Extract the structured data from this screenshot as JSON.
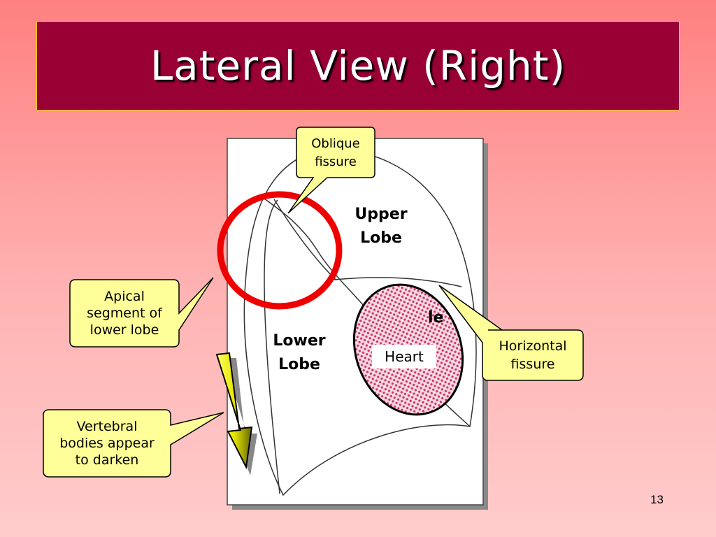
{
  "slide": {
    "title": "Lateral View (Right)",
    "page_number": "13"
  },
  "lobes": {
    "upper_line1": "Upper",
    "upper_line2": "Lobe",
    "lower_line1": "Lower",
    "lower_line2": "Lobe",
    "middle_partial": "le"
  },
  "heart": {
    "label": "Heart"
  },
  "callouts": {
    "oblique_line1": "Oblique",
    "oblique_line2": "fissure",
    "apical_line1": "Apical",
    "apical_line2": "segment of",
    "apical_line3": "lower lobe",
    "horizontal_line1": "Horizontal",
    "horizontal_line2": "fissure",
    "vertebral_line1": "Vertebral",
    "vertebral_line2": "bodies appear",
    "vertebral_line3": "to darken"
  },
  "colors": {
    "title_background": "#990033",
    "callout_fill": "#ffff99",
    "highlight_circle": "#ff0000",
    "heart_pattern": "#cc3366"
  }
}
